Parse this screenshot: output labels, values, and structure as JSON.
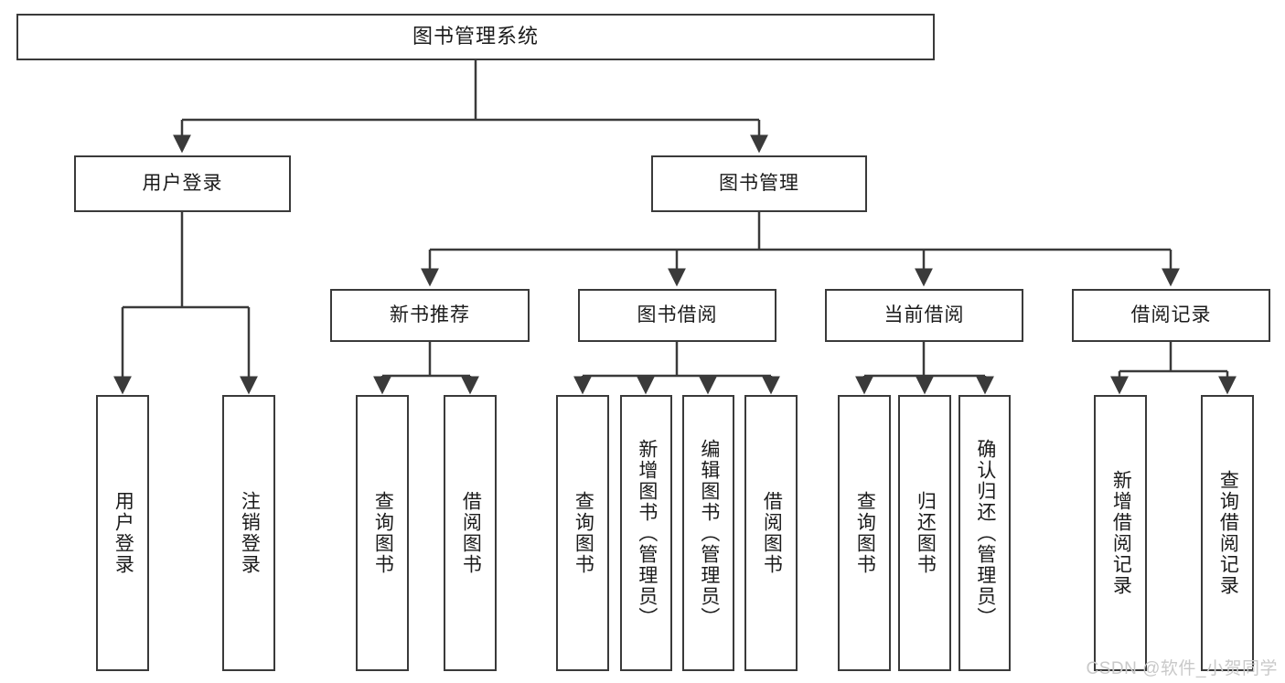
{
  "diagram": {
    "type": "tree",
    "title": "图书管理系统",
    "watermark": "CSDN @软件_小贺同学",
    "colors": {
      "background": "#ffffff",
      "node_border": "#3a3a3a",
      "node_fill": "#ffffff",
      "edge": "#3a3a3a",
      "text": "#1b1b1b",
      "watermark": "#c9c9c9"
    },
    "root": {
      "label": "图书管理系统"
    },
    "level2": [
      {
        "label": "用户登录"
      },
      {
        "label": "图书管理"
      }
    ],
    "level3": [
      {
        "label": "新书推荐"
      },
      {
        "label": "图书借阅"
      },
      {
        "label": "当前借阅"
      },
      {
        "label": "借阅记录"
      }
    ],
    "leaves": {
      "user_login": [
        {
          "label": "用户登录"
        },
        {
          "label": "注销登录"
        }
      ],
      "new_book_recommend": [
        {
          "label": "查询图书"
        },
        {
          "label": "借阅图书"
        }
      ],
      "book_borrow": [
        {
          "label": "查询图书"
        },
        {
          "label": "新增图书（管理员）"
        },
        {
          "label": "编辑图书（管理员）"
        },
        {
          "label": "借阅图书"
        }
      ],
      "current_borrow": [
        {
          "label": "查询图书"
        },
        {
          "label": "归还图书"
        },
        {
          "label": "确认归还（管理员）"
        }
      ],
      "borrow_record": [
        {
          "label": "新增借阅记录"
        },
        {
          "label": "查询借阅记录"
        }
      ]
    }
  }
}
